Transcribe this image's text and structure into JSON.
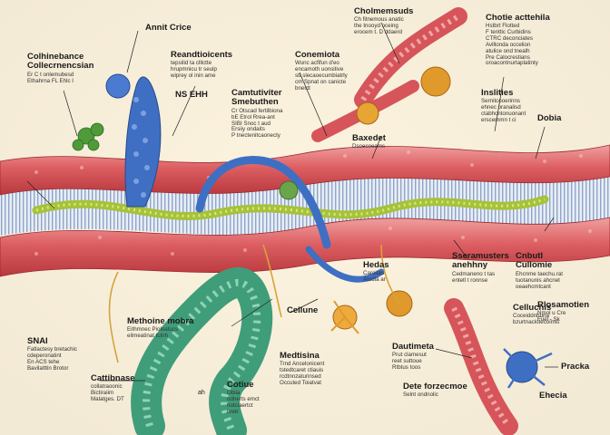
{
  "labels": {
    "annit_crice": {
      "title": "Annit Crice",
      "desc": ""
    },
    "cholmemsuds": {
      "title": "Cholmemsuds",
      "desc": "Ch fitnemous anatic\nthe tnooyd oceing\nerocem t. D ddaerd"
    },
    "chotie": {
      "title": "Chotie acttehila",
      "desc": "Hstbrt Flotted\nF tenttic Curbidins\nCTRC deconciates\nAvlllonda occelion\natulice ond tnealh\nPre Calocrestians\noroacontnurtaplatinty"
    },
    "colhinebance": {
      "title": "Colhinebance\nCollecrnencsian",
      "desc": "Er C t onlemubesd\nEthahrna FL Ehlc I"
    },
    "reandtioicents": {
      "title": "Reandtioicents",
      "desc": "tepsilid ta clllctte\nhrupmnicu tr seulp\nwiprey ol inin ame"
    },
    "conemiota": {
      "title": "Conemiota",
      "desc": "Wunc acfifun d'eo\nencamoth uonsitive\nstt slecaoecumbiatrly\ncm Spnat on canicte\nbnectt"
    },
    "nsehh": {
      "title": "NS EHH",
      "desc": ""
    },
    "camtutiviter": {
      "title": "Camtutiviter\nSmebuthen",
      "desc": "Cr Otscad fertilbiona\nbE Etrol Rrea-ant\nSIBI Snoc t aud\nErsiiy ondaits\nP tnectenitcaonecty"
    },
    "inslities": {
      "title": "Inslities",
      "desc": "Sernitcooerinns\nehnec oranalisd\nctabhcntonuonant\nerscemmn t ci"
    },
    "dobia": {
      "title": "Dobia",
      "desc": ""
    },
    "baxedet": {
      "title": "Baxedet",
      "desc": "Dsoecoeams"
    },
    "hedas": {
      "title": "Hedas",
      "desc": "Caroitas\nAtodla ar"
    },
    "sseramusters": {
      "title": "Sseramusters\nanehhny",
      "desc": "Cedmaneno t tas\nentetl t ronnse"
    },
    "cnbutl": {
      "title": "Cnbutl\nCullomie",
      "desc": "Ehcnme taechu.rat\ntuotanunis ahcnet\noeaehcmtcant"
    },
    "cellune": {
      "title": "Cellune",
      "desc": ""
    },
    "methoine": {
      "title": "Methoine mobra",
      "desc": "Eithmnec Pioloatucs\neilmeatinat tctnh"
    },
    "snai": {
      "title": "SNAI",
      "desc": "Fatlactesy bretachic\ncdeperonatint\nEn ACS tehe\nBavilatttin Brotor"
    },
    "cattibnase": {
      "title": "Cattibnase",
      "desc": "collatraoonic\nBictiraiim\nMalatges. DT"
    },
    "cotiue": {
      "title": "Cotiue",
      "desc": "Obiia\nodnerts emct\nhotciaertct\nbretr"
    },
    "cellucnis": {
      "title": "Cellucnis",
      "desc": "Coceiddnhuna\nbzurtnaclotecoimis"
    },
    "medtisina": {
      "title": "Medtisina",
      "desc": "Trnd Ancelonicent\ntstedtcaret ctiauis\nrcdtnnzaturinsed\nOccuted Toiatvat"
    },
    "dautimeta": {
      "title": "Dautimeta",
      "desc": "Prut clamesut\nreet suttoue\nRtbtus toos"
    },
    "rlosamotien": {
      "title": "Rlosamotien",
      "desc": "Nmol u Cre\nFuel - Sk"
    },
    "dete": {
      "title": "Dete forzecmoe",
      "desc": "Selnt ondnolic"
    },
    "pracka": {
      "title": "Pracka",
      "desc": ""
    },
    "ehecia": {
      "title": "Ehecia",
      "desc": ""
    },
    "ah": {
      "title": "ah",
      "desc": ""
    }
  }
}
